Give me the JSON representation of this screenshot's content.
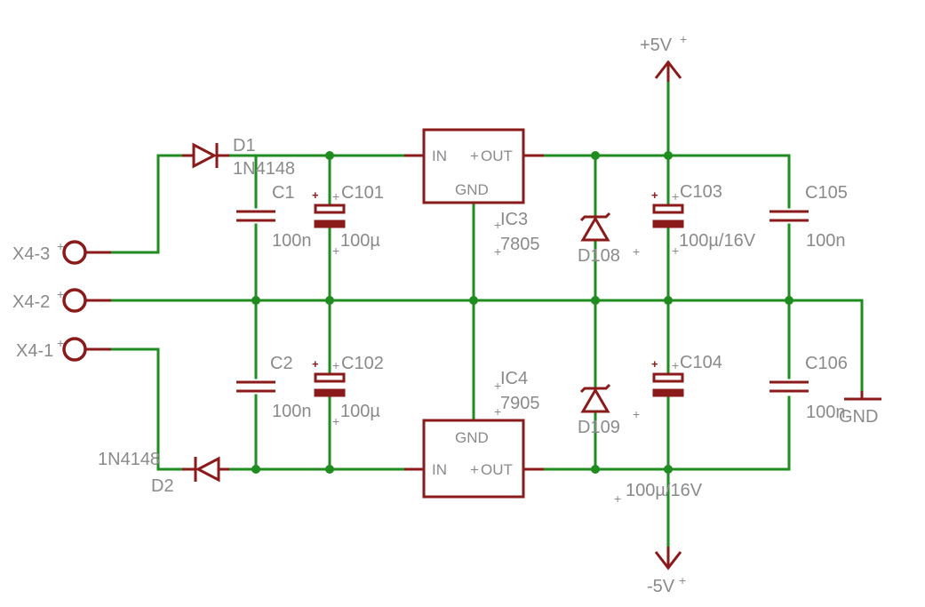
{
  "rails": {
    "positive": "+5V",
    "negative": "-5V",
    "ground": "GND"
  },
  "connector": {
    "pin3": "X4-3",
    "pin2": "X4-2",
    "pin1": "X4-1"
  },
  "diodes": {
    "d1": {
      "name": "D1",
      "value": "1N4148"
    },
    "d2": {
      "name": "D2",
      "value": "1N4148"
    },
    "d108": {
      "name": "D108"
    },
    "d109": {
      "name": "D109"
    }
  },
  "regulators": {
    "ic3": {
      "name": "IC3",
      "value": "7805",
      "pin_in": "IN",
      "pin_out": "OUT",
      "pin_gnd": "GND"
    },
    "ic4": {
      "name": "IC4",
      "value": "7905",
      "pin_in": "IN",
      "pin_out": "OUT",
      "pin_gnd": "GND"
    }
  },
  "capacitors": {
    "c1": {
      "name": "C1",
      "value": "100n"
    },
    "c2": {
      "name": "C2",
      "value": "100n"
    },
    "c101": {
      "name": "C101",
      "value": "100µ"
    },
    "c102": {
      "name": "C102",
      "value": "100µ"
    },
    "c103": {
      "name": "C103",
      "value": "100µ/16V"
    },
    "c104": {
      "name": "C104",
      "value": "100µ/16V"
    },
    "c105": {
      "name": "C105",
      "value": "100n"
    },
    "c106": {
      "name": "C106",
      "value": "100n"
    }
  },
  "colors": {
    "wire": "#1f8c1f",
    "part": "#8b1a1a",
    "label": "#8a8a8a"
  }
}
